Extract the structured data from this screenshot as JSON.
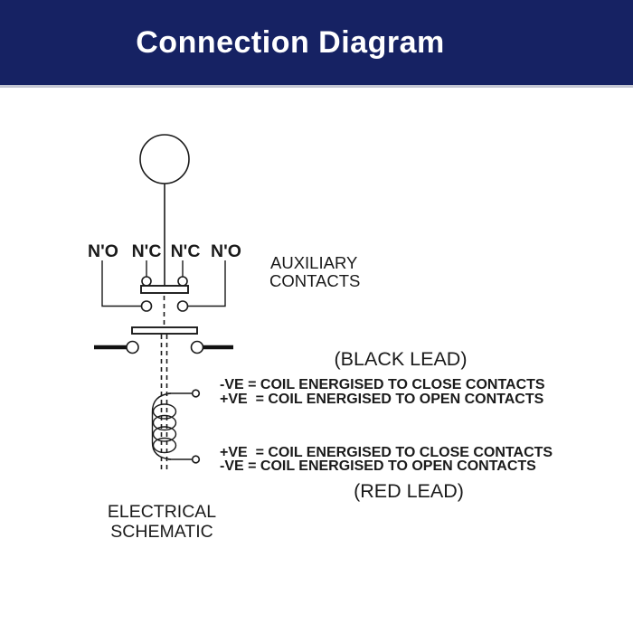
{
  "header": {
    "title": "Connection Diagram",
    "bg_color": "#162263",
    "text_color": "#ffffff"
  },
  "diagram": {
    "line_color": "#1a1a1a",
    "contact_labels": [
      "N'O",
      "N'C",
      "N'C",
      "N'O"
    ],
    "aux_label_line1": "AUXILIARY",
    "aux_label_line2": "CONTACTS",
    "black_lead": {
      "heading": "(BLACK LEAD)",
      "line1": "-VE = COIL ENERGISED TO CLOSE CONTACTS",
      "line2": "+VE  = COIL ENERGISED TO OPEN CONTACTS"
    },
    "red_lead": {
      "line1": "+VE  = COIL ENERGISED TO CLOSE CONTACTS",
      "line2": "-VE = COIL ENERGISED TO OPEN CONTACTS",
      "heading": "(RED LEAD)"
    },
    "schematic_label_line1": "ELECTRICAL",
    "schematic_label_line2": "SCHEMATIC"
  }
}
